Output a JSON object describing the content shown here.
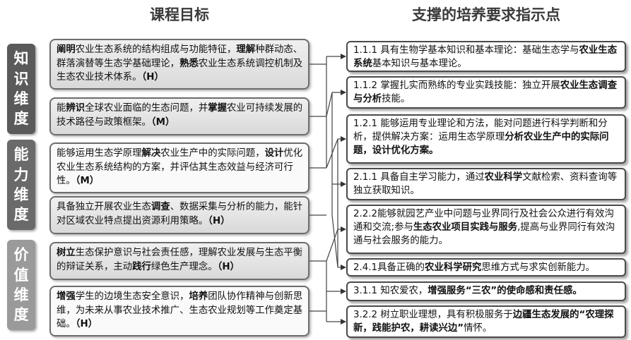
{
  "headers": {
    "left": "课程目标",
    "right": "支撑的培养要求指示点"
  },
  "categories": [
    {
      "chars": [
        "知",
        "识",
        "维",
        "度"
      ],
      "color": "#5a5a5a"
    },
    {
      "chars": [
        "能",
        "力",
        "维",
        "度"
      ],
      "color": "#6a6a6a"
    },
    {
      "chars": [
        "价",
        "值",
        "维",
        "度"
      ],
      "color": "#9a9a9a"
    }
  ],
  "goals": [
    {
      "segments": [
        {
          "b": "阐明"
        },
        {
          "t": "农业生态系统的结构组成与功能特征，"
        },
        {
          "b": "理解"
        },
        {
          "t": "种群动态、群落演替等生态学基础理论，"
        },
        {
          "b": "熟悉"
        },
        {
          "t": "农业生态系统调控机制及生态农业技术体系。"
        },
        {
          "b": "（H）"
        }
      ]
    },
    {
      "segments": [
        {
          "t": "能"
        },
        {
          "b": "辨识"
        },
        {
          "t": "全球农业面临的生态问题，并"
        },
        {
          "b": "掌握"
        },
        {
          "t": "农业可持续发展的技术路径与政策框架。"
        },
        {
          "b": "（M）"
        }
      ]
    },
    {
      "segments": [
        {
          "t": "能够运用生态学原理"
        },
        {
          "b": "解决"
        },
        {
          "t": "农业生产中的实际问题，"
        },
        {
          "b": "设计"
        },
        {
          "t": "优化农业生态系统结构的方案，并评估其生态效益与经济可行性。"
        },
        {
          "b": "（M）"
        }
      ]
    },
    {
      "segments": [
        {
          "t": "具备独立开展农业生态"
        },
        {
          "b": "调查"
        },
        {
          "t": "、数据采集与分析的能力，能针对区域农业特点提出资源利用策略。"
        },
        {
          "b": "（H）"
        }
      ]
    },
    {
      "segments": [
        {
          "b": "树立"
        },
        {
          "t": "生态保护意识与社会责任感，理解农业发展与生态平衡的辩证关系，主动"
        },
        {
          "b": "践行"
        },
        {
          "t": "绿色生产理念。"
        },
        {
          "b": "（H）"
        }
      ]
    },
    {
      "segments": [
        {
          "b": "增强"
        },
        {
          "t": "学生的边境生态安全意识，"
        },
        {
          "b": "培养"
        },
        {
          "t": "团队协作精神与创新思维，为未来从事农业技术推广、生态农业规划等工作奠定基础。"
        },
        {
          "b": "（H）"
        }
      ]
    }
  ],
  "supports": [
    {
      "segments": [
        {
          "t": "1.1.1 具有生物学基本知识和基本理论：基础生态学与"
        },
        {
          "b": "农业生态系统"
        },
        {
          "t": "基本知识与基本理论。"
        }
      ]
    },
    {
      "segments": [
        {
          "t": "1.1.2 掌握扎实而熟练的专业实践技能：独立开展"
        },
        {
          "b": "农业生态调查与分析"
        },
        {
          "t": "技能。"
        }
      ]
    },
    {
      "segments": [
        {
          "t": "1.2.1 能够运用专业理论和方法，能对问题进行科学判断和分析，提供解决方案：运用生态学原理"
        },
        {
          "b": "分析农业生产中的实际问题，设计优化方案。"
        }
      ]
    },
    {
      "segments": [
        {
          "t": "2.1.1 具备自主学习能力，通过"
        },
        {
          "b": "农业科学"
        },
        {
          "t": "文献检索、资料查询等独立获取知识。"
        }
      ]
    },
    {
      "segments": [
        {
          "t": "2.2.2能够就园艺产业中问题与业界同行及社会公众进行有效沟通和交流;参与"
        },
        {
          "b": "生态农业项目实践与服务"
        },
        {
          "t": ",提高与业界同行有效沟通与社会服务的能力。"
        }
      ]
    },
    {
      "segments": [
        {
          "t": "2.4.1具备正确的"
        },
        {
          "b": "农业科学研究"
        },
        {
          "t": "思维方式与求实创新能力。"
        }
      ]
    },
    {
      "segments": [
        {
          "t": "3.1.1 知农爱农，"
        },
        {
          "b": "增强服务“三农”的使命感和责任感。"
        }
      ]
    },
    {
      "segments": [
        {
          "t": "3.2.2 树立职业理想，具有积极服务于"
        },
        {
          "b": "边疆生态发展的“农理探新，践能护农，耕读兴边”"
        },
        {
          "t": "情怀。"
        }
      ]
    }
  ]
}
